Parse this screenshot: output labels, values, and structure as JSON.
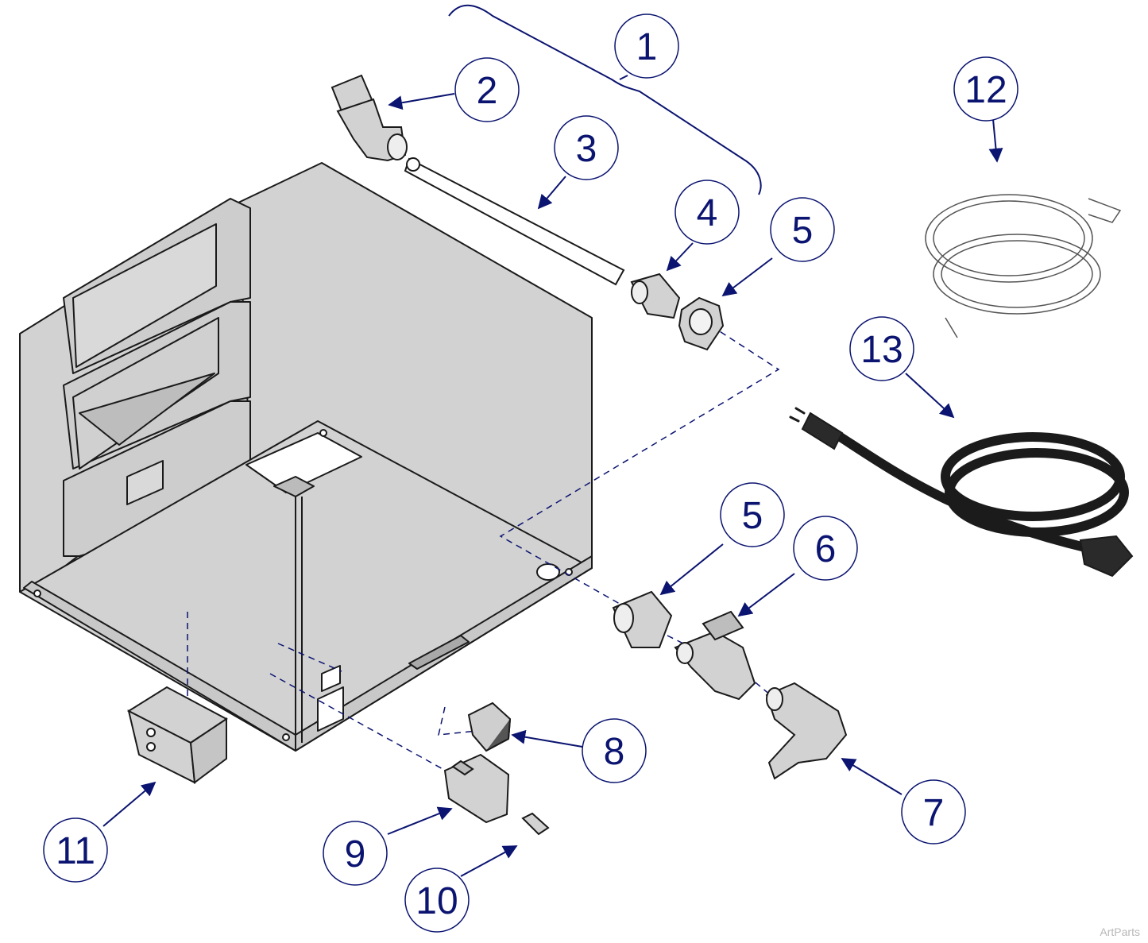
{
  "diagram": {
    "callouts": [
      {
        "id": "1",
        "label": "1"
      },
      {
        "id": "2",
        "label": "2"
      },
      {
        "id": "3",
        "label": "3"
      },
      {
        "id": "4",
        "label": "4"
      },
      {
        "id": "5a",
        "label": "5"
      },
      {
        "id": "5b",
        "label": "5"
      },
      {
        "id": "6",
        "label": "6"
      },
      {
        "id": "7",
        "label": "7"
      },
      {
        "id": "8",
        "label": "8"
      },
      {
        "id": "9",
        "label": "9"
      },
      {
        "id": "10",
        "label": "10"
      },
      {
        "id": "11",
        "label": "11"
      },
      {
        "id": "12",
        "label": "12"
      },
      {
        "id": "13",
        "label": "13"
      }
    ],
    "watermark": "ArtParts"
  },
  "colors": {
    "callout_stroke": "#0b1470",
    "callout_fill": "#ffffff",
    "body_fill": "#d2d2d2",
    "line": "#1a1a1a",
    "cord": "#1b1b1b"
  }
}
